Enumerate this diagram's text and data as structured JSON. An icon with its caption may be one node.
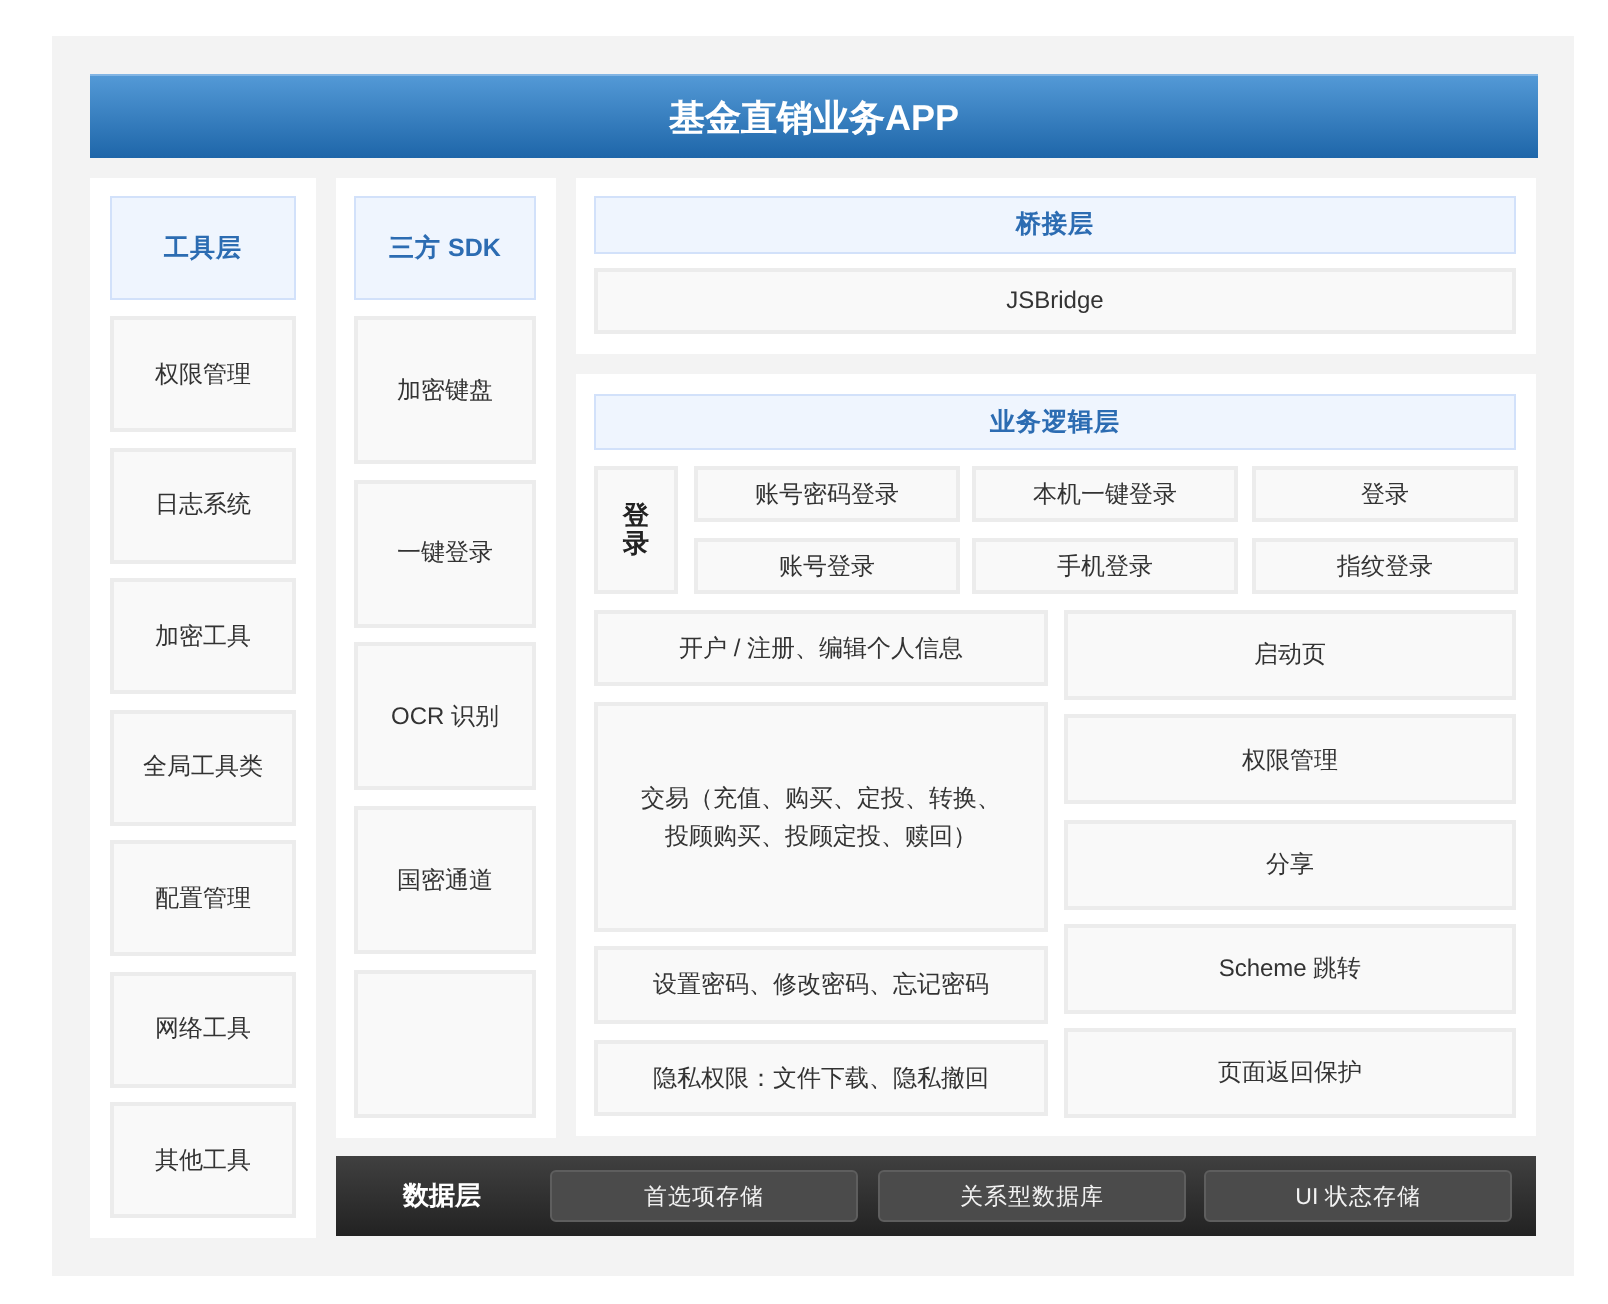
{
  "diagram": {
    "title": "基金直销业务APP",
    "nodes": [
      {
        "text": [],
        "shape": "box"
      },
      {
        "text": [
          "工具层"
        ],
        "in": 0
      },
      {
        "text": [
          "权限管理"
        ],
        "in": 0
      },
      {
        "text": [
          "日志系统"
        ],
        "in": 0
      },
      {
        "text": [
          "加密工具"
        ],
        "in": 0
      },
      {
        "text": [
          "全局工具类"
        ],
        "in": 0
      },
      {
        "text": [
          "配置管理"
        ],
        "in": 0
      },
      {
        "text": [
          "网络工具"
        ],
        "in": 0
      },
      {
        "text": [
          "其他工具"
        ],
        "in": 0
      },
      {
        "text": [],
        "shape": "box"
      },
      {
        "text": [
          "三方 SDK"
        ],
        "in": 9
      },
      {
        "text": [
          "加密键盘"
        ],
        "in": 9
      },
      {
        "text": [
          "一键登录"
        ],
        "in": 9
      },
      {
        "text": [
          "OCR 识别"
        ],
        "in": 9
      },
      {
        "text": [
          "国密通道"
        ],
        "in": 9
      },
      {
        "text": [],
        "shape": "box",
        "in": 9
      },
      {
        "text": [],
        "shape": "box"
      },
      {
        "text": [
          "桥接层"
        ],
        "in": 16
      },
      {
        "text": [
          "JSBridge"
        ],
        "in": 16
      },
      {
        "text": [],
        "shape": "box"
      },
      {
        "text": [
          "业务逻辑层"
        ],
        "in": 19
      },
      {
        "text": [
          "登录"
        ],
        "in": 19
      },
      {
        "text": [
          "账号密码登录"
        ],
        "in": 19
      },
      {
        "text": [
          "本机一键登录"
        ],
        "in": 19
      },
      {
        "text": [
          "登录"
        ],
        "in": 19
      },
      {
        "text": [
          "账号登录"
        ],
        "in": 19
      },
      {
        "text": [
          "手机登录"
        ],
        "in": 19
      },
      {
        "text": [
          "指纹登录"
        ],
        "in": 19
      },
      {
        "text": [
          "开户 / 注册、编辑个人信息"
        ],
        "in": 19
      },
      {
        "text": [
          "交易（充值、购买、定投、转换、投顾购买、投顾定投、赎回）"
        ],
        "in": 19
      },
      {
        "text": [
          "设置密码、修改密码、忘记密码"
        ],
        "in": 19
      },
      {
        "text": [
          "隐私权限：文件下载、隐私撤回"
        ],
        "in": 19
      },
      {
        "text": [
          "启动页"
        ],
        "in": 19
      },
      {
        "text": [
          "权限管理"
        ],
        "in": 19
      },
      {
        "text": [
          "分享"
        ],
        "in": 19
      },
      {
        "text": [
          "Scheme 跳转"
        ],
        "in": 19
      },
      {
        "text": [
          "页面返回保护"
        ],
        "in": 19
      },
      {
        "text": [
          "数据层"
        ]
      },
      {
        "text": [
          "首选项存储"
        ],
        "in": 37
      },
      {
        "text": [
          "关系型数据库"
        ],
        "in": 37
      },
      {
        "text": [
          "UI 状态存储"
        ],
        "in": 37
      }
    ]
  }
}
